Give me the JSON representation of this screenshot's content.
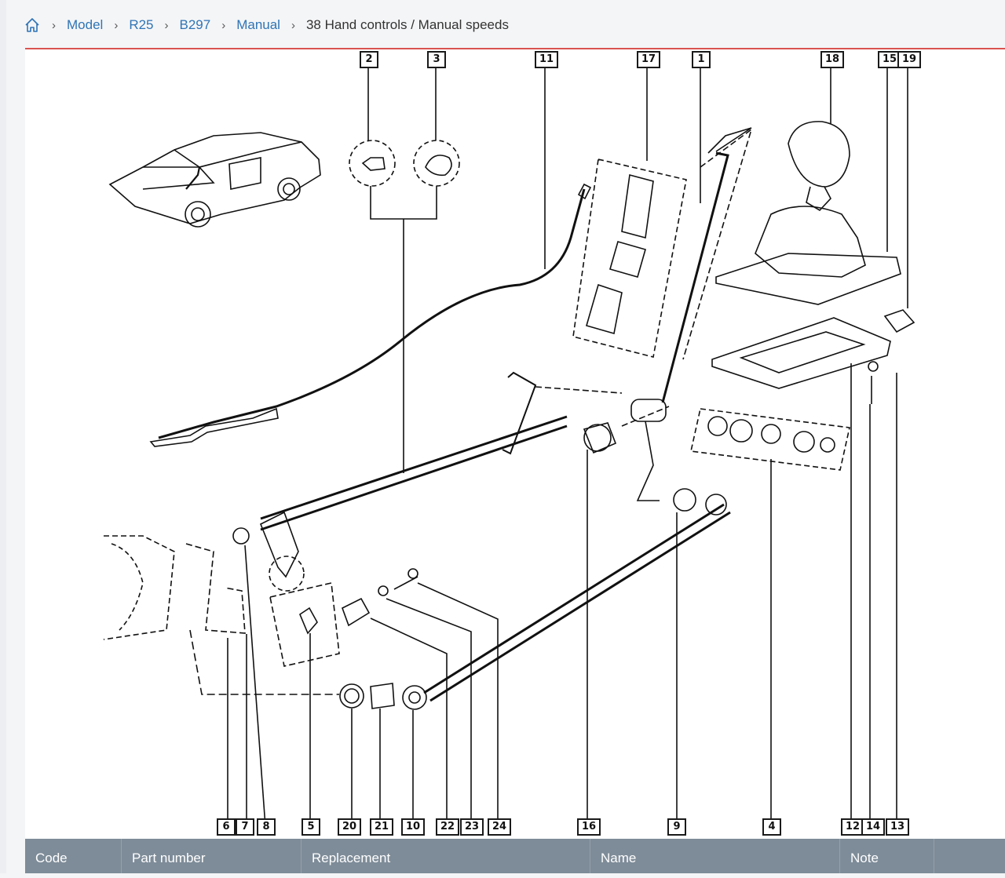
{
  "breadcrumb": {
    "home_icon": "home-icon",
    "items": [
      "Model",
      "R25",
      "B297",
      "Manual"
    ],
    "current": "38 Hand controls / Manual speeds"
  },
  "diagram": {
    "callouts_top": [
      "2",
      "3",
      "11",
      "17",
      "1",
      "18",
      "15",
      "19"
    ],
    "callouts_bottom": [
      "6",
      "7",
      "8",
      "5",
      "20",
      "21",
      "10",
      "22",
      "23",
      "24",
      "16",
      "9",
      "4",
      "12",
      "14",
      "13"
    ]
  },
  "table": {
    "headers": [
      "Code",
      "Part number",
      "Replacement",
      "Name",
      "Note",
      ""
    ]
  },
  "colors": {
    "link": "#2f74b5",
    "accent_line": "#d9534f",
    "table_header": "#7e8c99"
  }
}
